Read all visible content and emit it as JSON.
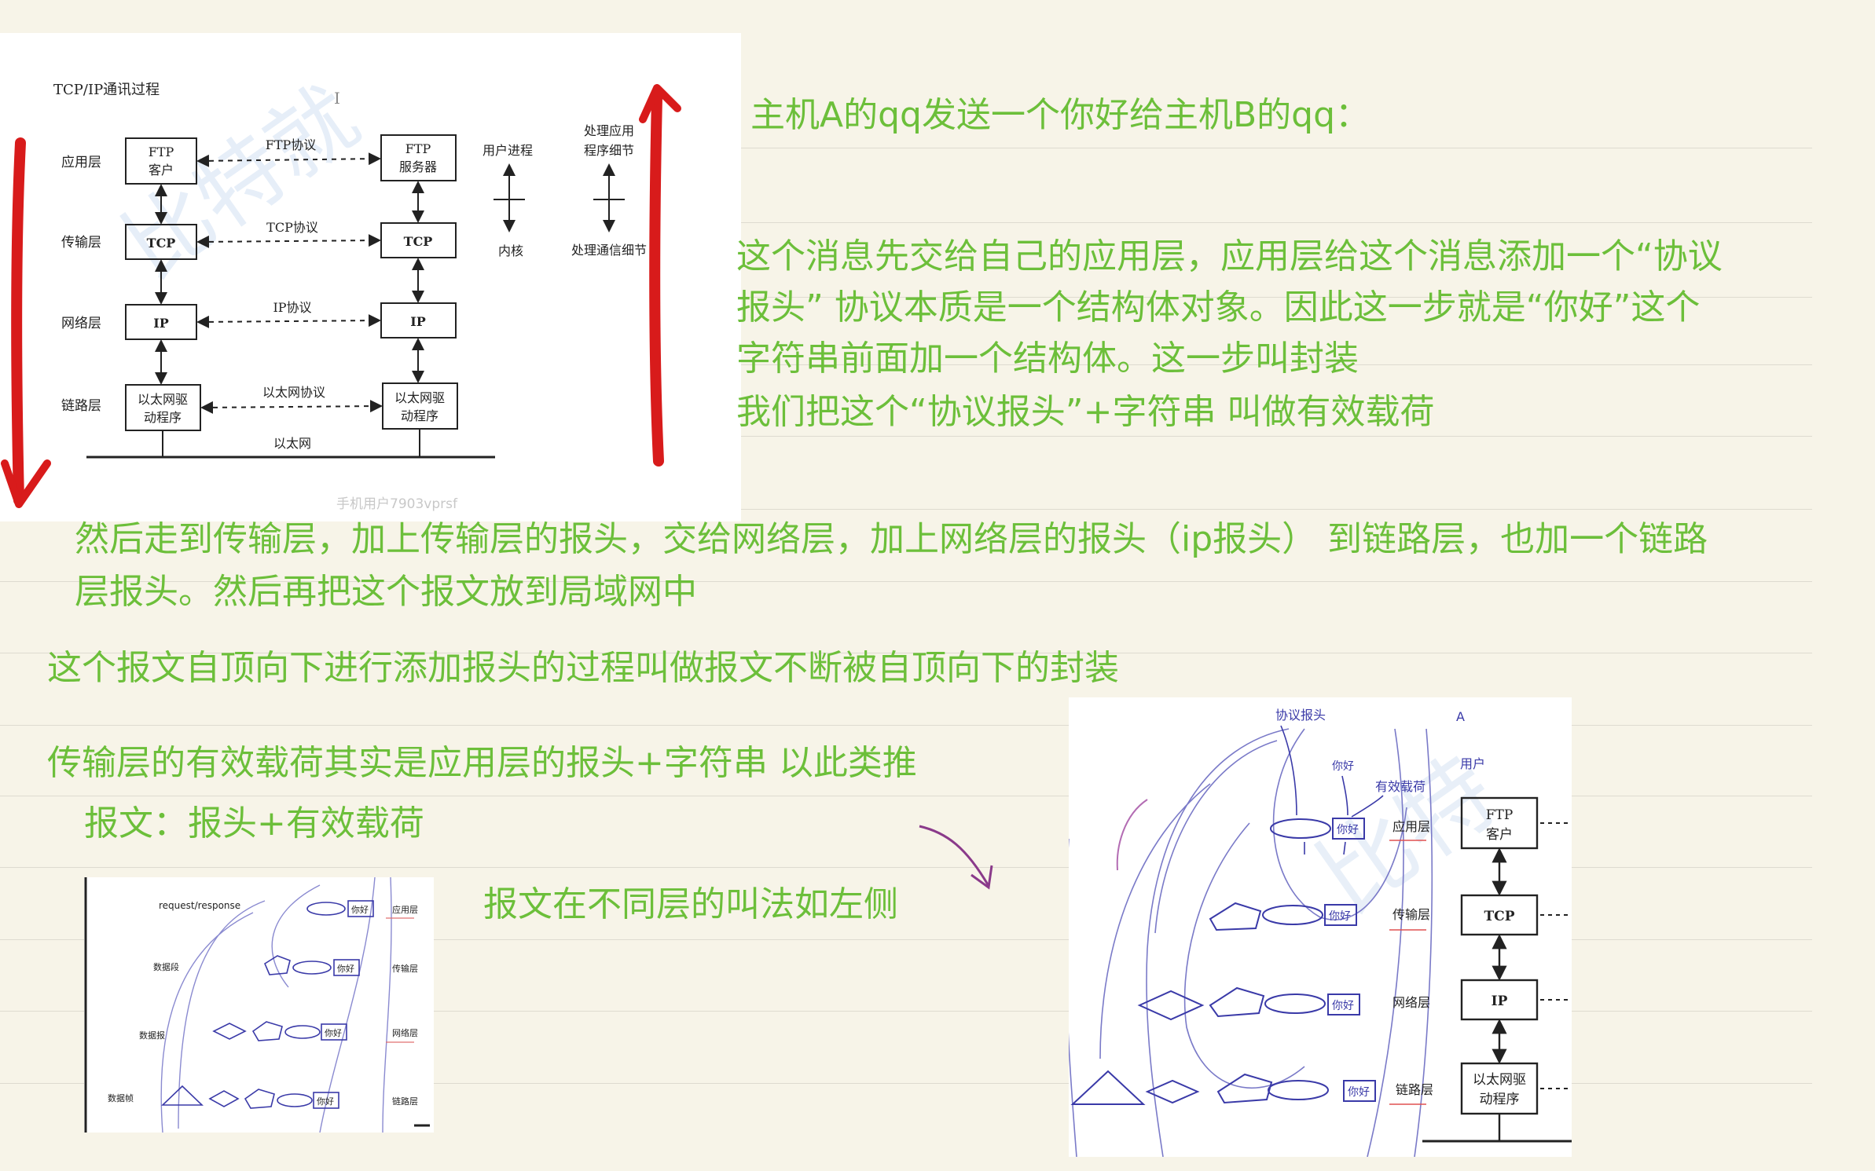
{
  "notes": {
    "line1": "主机A的qq发送一个你好给主机B的qq：",
    "para1": [
      "这个消息先交给自己的应用层，应用层给这个消息添加一个“协议",
      "报头”     协议本质是一个结构体对象。因此这一步就是“你好”这个",
      "字符串前面加一个结构体。这一步叫封装",
      "我们把这个“协议报头”+字符串    叫做有效载荷"
    ],
    "para2": [
      "然后走到传输层，加上传输层的报头，交给网络层，加上网络层的报头（ip报头）   到链路层，也加一个链路",
      "层报头。然后再把这个报文放到局域网中"
    ],
    "line_encap": "这个报文自顶向下进行添加报头的过程叫做报文不断被自顶向下的封装",
    "line_payload": "传输层的有效载荷其实是应用层的报头+字符串       以此类推",
    "line_message": "报文：报头+有效载荷",
    "line_names": "报文在不同层的叫法如左侧"
  },
  "diagram_main": {
    "title": "TCP/IP通讯过程",
    "layers": [
      "应用层",
      "传输层",
      "网络层",
      "链路层"
    ],
    "left_stack": [
      "FTP\n客户",
      "TCP",
      "IP",
      "以太网驱\n动程序"
    ],
    "right_stack": [
      "FTP\n服务器",
      "TCP",
      "IP",
      "以太网驱\n动程序"
    ],
    "protocols": [
      "FTP协议",
      "TCP协议",
      "IP协议",
      "以太网协议"
    ],
    "bus_label": "以太网",
    "user_process": "用户进程",
    "kernel": "内核",
    "app_detail": "处理应用\n程序细节",
    "comm_detail": "处理通信细节",
    "watermark_user": "手机用户7903vprsf",
    "arrow_color": "#d81b1b"
  },
  "diagram_small": {
    "top_label": "request/response",
    "row_labels": [
      "数据段",
      "数据报",
      "数据帧"
    ],
    "layers": [
      "应用层",
      "传输层",
      "网络层",
      "链路层"
    ],
    "payload": "你好"
  },
  "diagram_right": {
    "header_label": "协议报头",
    "a_label": "A",
    "user_label": "用户",
    "payload_label": "有效载荷",
    "layers": [
      "应用层",
      "传输层",
      "网络层",
      "链路层"
    ],
    "payload": "你好",
    "stack": [
      "FTP\n客户",
      "TCP",
      "IP",
      "以太网驱\n动程序"
    ]
  },
  "colors": {
    "note_green": "#6cbf3a",
    "paper": "#f7f4e8",
    "ink_blue": "#3a3aa8",
    "pen_purple": "#8a3a8a"
  }
}
